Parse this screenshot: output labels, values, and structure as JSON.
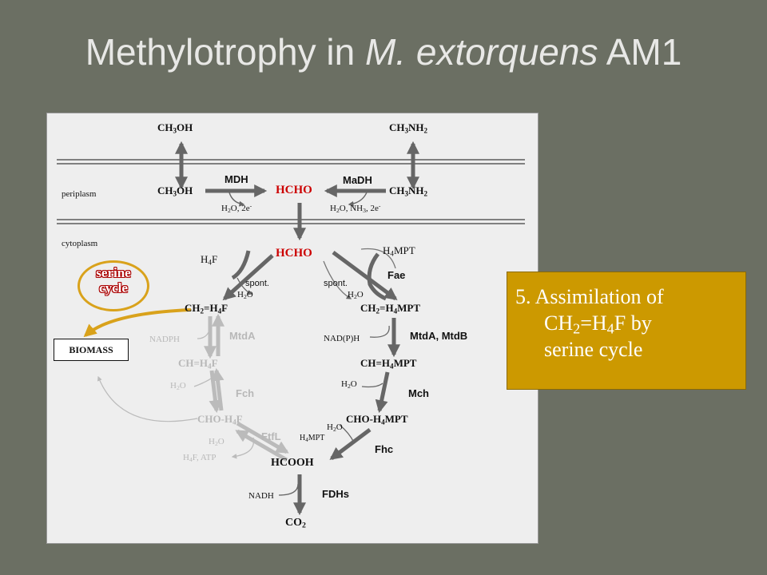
{
  "title": {
    "prefix": "Methylotrophy in ",
    "italic": "M. extorquens",
    "suffix": " AM1"
  },
  "regions": {
    "periplasm": "periplasm",
    "cytoplasm": "cytoplasm"
  },
  "outer": {
    "ch3oh": "CH3OH",
    "ch3nh2": "CH3NH2"
  },
  "periplasm_row": {
    "ch3oh": "CH3OH",
    "hcho": "HCHO",
    "ch3nh2": "CH3NH2",
    "mdh": "MDH",
    "madh": "MaDH",
    "mdh_side": "H2O, 2e-",
    "madh_side": "H2O, NH3, 2e-"
  },
  "cytoplasm": {
    "hcho": "HCHO",
    "h4f": "H4F",
    "h4mpt": "H4MPT",
    "fae": "Fae",
    "spont_left": "spont.",
    "spont_right": "spont.",
    "h2o_left": "H2O",
    "h2o_right": "H2O"
  },
  "left_pathway": {
    "ch2_h4f": "CH2=H4F",
    "nadph": "NADPH",
    "mtda": "MtdA",
    "ch_h4f": "CH=H4F",
    "h2o_1": "H2O",
    "fch": "Fch",
    "cho_h4f": "CHO-H4F",
    "h2o_2": "H2O",
    "ftfl": "FtfL",
    "h4f_atp": "H4F, ATP"
  },
  "right_pathway": {
    "ch2_h4mpt": "CH2=H4MPT",
    "nadph": "NAD(P)H",
    "mtda_mtdb": "MtdA, MtdB",
    "ch_h4mpt": "CH=H4MPT",
    "h2o_1": "H2O",
    "mch": "Mch",
    "cho_h4mpt": "CHO-H4MPT",
    "h2o_2": "H2O",
    "h4mpt": "H4MPT",
    "fhc": "Fhc"
  },
  "bottom": {
    "hcooh": "HCOOH",
    "nadh": "NADH",
    "fdhs": "FDHs",
    "co2": "CO2"
  },
  "biomass": "BIOMASS",
  "serine_cycle": {
    "line1": "serine",
    "line2": "cycle"
  },
  "callout": {
    "line1": "5. Assimilation of",
    "line2": "CH2=H4F by",
    "line3": "serine cycle"
  },
  "colors": {
    "background": "#6b6f63",
    "panel": "#eeeeee",
    "callout": "#cc9900",
    "serine_ring": "#d9a21b",
    "hcho_red": "#cc0000",
    "arrow_dark": "#666666",
    "arrow_faded": "#bbbbbb"
  }
}
